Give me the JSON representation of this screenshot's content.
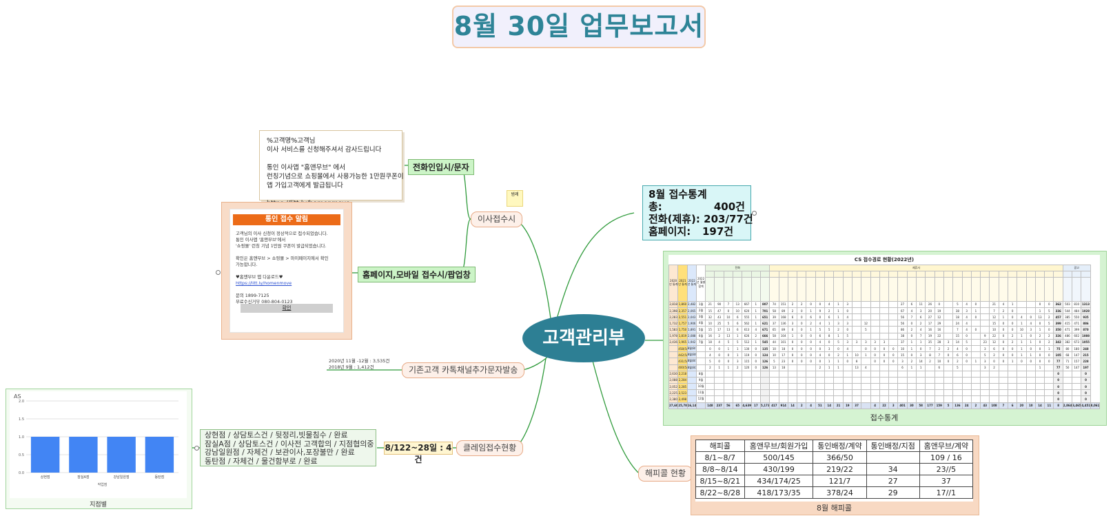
{
  "title": "8월 30일 업무보고서",
  "central": "고객관리부",
  "legend": "범례",
  "topics": {
    "moving": "이사접수시",
    "kakao": "기존고객 카톡채널추가문자발송",
    "complaint": "클레임접수현황",
    "happycall": "해피콜 현황"
  },
  "phone_sub": "전화인입시/문자",
  "phone_msg": [
    "%고객명%고객님",
    "이사 서비스를 신청해주셔서 감사드립니다",
    "",
    "통인 이사앱 \"홈앤무브\" 에서",
    "런칭기념으로 쇼핑몰에서 사용가능한 1만원쿠폰이",
    "앱 가입고객에게 발급됩니다",
    "",
    "https://litt.ly/homenmove"
  ],
  "web_sub": "홈페이지,모바일 접수시/팝업창",
  "popup": {
    "header": "통인 접수 알림",
    "lines": [
      "고객님의 이사 신청이 정상적으로 접수되었습니다.",
      "통인 이사앱 '홈앤무브'에서",
      "'쇼핑몰' 런칭 기념 1만원 쿠폰이 발급되었습니다.",
      "",
      "확인은 홈앤무브 > 쇼핑몰 > 마이페이지에서 확인",
      "가능합니다.",
      "",
      "♥홈앤무브 앱 다운로드♥",
      "https://litt.ly/homenmove",
      "",
      "문의 1899-7125",
      "무료수신거부 080-804-0123"
    ],
    "button": "확인"
  },
  "stats": {
    "r1": "8월 접수통계",
    "r2a": "총:",
    "r2b": "400건",
    "r3a": "전화(제휴):",
    "r3b": "203/77건",
    "r4a": "홈페이지:",
    "r4b": "197건"
  },
  "cs_table": {
    "title": "CS 접수경로 현황(2022년)",
    "caption": "접수통계",
    "sections": [
      "전화",
      "제휴사",
      "광고"
    ],
    "col_head": [
      "2020년 통계",
      "2021년 통계",
      "2022년 통계",
      "2022년 월별합계"
    ],
    "rows": [
      {
        "a": "2,818",
        "b": "1,860",
        "c": "2,482",
        "m": "1월",
        "v": [
          "21",
          "90",
          "7",
          "13",
          "667",
          "1",
          "807",
          "74",
          "151",
          "2",
          "2",
          "0",
          "0",
          "4",
          "1",
          "3",
          "",
          "",
          "",
          "",
          "",
          "27",
          "6",
          "11",
          "26",
          "0",
          "",
          "5",
          "4",
          "0",
          "",
          "21",
          "4",
          "1",
          "",
          "",
          "0",
          "0",
          "362",
          "503",
          "810",
          "1313"
        ]
      },
      {
        "a": "2,398",
        "b": "2,357",
        "c": "2,065",
        "m": "2월",
        "v": [
          "15",
          "47",
          "0",
          "10",
          "620",
          "1",
          "701",
          "58",
          "89",
          "2",
          "0",
          "1",
          "9",
          "2",
          "1",
          "0",
          "",
          "",
          "",
          "",
          "",
          "67",
          "4",
          "3",
          "20",
          "19",
          "",
          "38",
          "3",
          "1",
          "",
          "7",
          "2",
          "0",
          "",
          "",
          "1",
          "5",
          "336",
          "544",
          "484",
          "1028"
        ]
      },
      {
        "a": "2,283",
        "b": "2,551",
        "c": "2,043",
        "m": "3월",
        "v": [
          "32",
          "43",
          "10",
          "6",
          "555",
          "1",
          "651",
          "39",
          "168",
          "6",
          "0",
          "6",
          "0",
          "6",
          "1",
          "4",
          "",
          "",
          "",
          "",
          "",
          "56",
          "7",
          "6",
          "27",
          "12",
          "",
          "18",
          "4",
          "0",
          "",
          "12",
          "1",
          "0",
          "4",
          "0",
          "13",
          "2",
          "457",
          "385",
          "550",
          "935"
        ]
      },
      {
        "a": "1,732",
        "b": "1,757",
        "c": "1,906",
        "m": "4월",
        "v": [
          "10",
          "25",
          "5",
          "6",
          "562",
          "1",
          "621",
          "37",
          "136",
          "3",
          "0",
          "2",
          "4",
          "1",
          "3",
          "3",
          "",
          "12",
          "",
          "",
          "",
          "56",
          "0",
          "2",
          "17",
          "29",
          "",
          "24",
          "4",
          "",
          "",
          "15",
          "0",
          "0",
          "1",
          "4",
          "0",
          "5",
          "399",
          "415",
          "471",
          "886"
        ]
      },
      {
        "a": "1,583",
        "b": "1,750",
        "c": "1,891",
        "m": "5월",
        "v": [
          "15",
          "17",
          "13",
          "6",
          "613",
          "4",
          "671",
          "65",
          "89",
          "0",
          "0",
          "1",
          "5",
          "5",
          "2",
          "0",
          "",
          "5",
          "",
          "",
          "",
          "86",
          "2",
          "4",
          "16",
          "16",
          "",
          "7",
          "4",
          "0",
          "",
          "10",
          "0",
          "0",
          "10",
          "3",
          "1",
          "0",
          "350",
          "471",
          "399",
          "870"
        ]
      },
      {
        "a": "1,978",
        "b": "1,819",
        "c": "2,088",
        "m": "6월",
        "v": [
          "16",
          "2",
          "13",
          "1",
          "626",
          "2",
          "666",
          "58",
          "104",
          "1",
          "0",
          "0",
          "6",
          "8",
          "1",
          "5",
          "",
          "",
          "",
          "",
          "",
          "38",
          "0",
          "7",
          "19",
          "22",
          "",
          "15",
          "0",
          "",
          "9",
          "22",
          "0",
          "2",
          "1",
          "0",
          "2",
          "2",
          "326",
          "486",
          "602",
          "1088"
        ]
      },
      {
        "a": "2,436",
        "b": "1,965",
        "c": "1,942",
        "m": "7월",
        "v": [
          "18",
          "4",
          "5",
          "5",
          "512",
          "1",
          "545",
          "44",
          "101",
          "0",
          "0",
          "0",
          "4",
          "0",
          "5",
          "3",
          "3",
          "3",
          "3",
          "3",
          "",
          "37",
          "1",
          "1",
          "35",
          "28",
          "3",
          "14",
          "5",
          "",
          "23",
          "12",
          "0",
          "2",
          "1",
          "1",
          "0",
          "2",
          "342",
          "382",
          "673",
          "1055"
        ]
      },
      {
        "a": "",
        "b": "458(5/1~8/7)",
        "c": "8월(8/1~8/7)",
        "m": "",
        "v": [
          "0",
          "0",
          "1",
          "1",
          "130",
          "0",
          "135",
          "10",
          "18",
          "0",
          "0",
          "0",
          "0",
          "3",
          "0",
          "4",
          "",
          "0",
          "0",
          "0",
          "0",
          "10",
          "1",
          "0",
          "7",
          "2",
          "2",
          "4",
          "0",
          "",
          "3",
          "6",
          "0",
          "0",
          "1",
          "0",
          "0",
          "1",
          "75",
          "80",
          "180",
          "248"
        ]
      },
      {
        "a": "",
        "b": "442(5/7~8/14)",
        "c": "8월(8/8~8/14)",
        "m": "",
        "v": [
          "4",
          "0",
          "0",
          "1",
          "119",
          "0",
          "124",
          "10",
          "17",
          "0",
          "0",
          "0",
          "4",
          "0",
          "2",
          "1",
          "10",
          "1",
          "0",
          "0",
          "0",
          "15",
          "0",
          "3",
          "8",
          "7",
          "0",
          "6",
          "0",
          "",
          "5",
          "2",
          "0",
          "0",
          "1",
          "1",
          "0",
          "0",
          "105",
          "68",
          "147",
          "215"
        ]
      },
      {
        "a": "",
        "b": "431(5/15~8/21)",
        "c": "8월(8/15~8/21)",
        "m": "",
        "v": [
          "5",
          "0",
          "0",
          "3",
          "115",
          "0",
          "126",
          "5",
          "23",
          "0",
          "0",
          "0",
          "0",
          "1",
          "1",
          "0",
          "8",
          "",
          "0",
          "0",
          "0",
          "3",
          "2",
          "14",
          "2",
          "10",
          "0",
          "2",
          "0",
          "1",
          "3",
          "0",
          "0",
          "1",
          "0",
          "0",
          "0",
          "0",
          "77",
          "71",
          "157",
          "228"
        ]
      },
      {
        "a": "",
        "b": "400(5/22~8/28)",
        "c": "8월(8/22~8/28)",
        "m": "",
        "v": [
          "2",
          "1",
          "1",
          "2",
          "120",
          "0",
          "126",
          "13",
          "18",
          "",
          "",
          "",
          "2",
          "1",
          "1",
          "",
          "13",
          "4",
          "",
          "",
          "",
          "6",
          "1",
          "1",
          "",
          "6",
          "",
          "5",
          "",
          "",
          "3",
          "2",
          "",
          "",
          "",
          "",
          "1",
          "",
          "77",
          "50",
          "147",
          "197"
        ]
      },
      {
        "a": "2,630",
        "b": "2,218",
        "c": "",
        "m": "8월",
        "v": [
          "",
          "",
          "",
          "",
          "",
          "",
          "",
          "",
          "",
          "",
          "",
          "",
          "",
          "",
          "",
          "",
          "",
          "",
          "",
          "",
          "",
          "",
          "",
          "",
          "",
          "",
          "",
          "",
          "",
          "",
          "",
          "",
          "",
          "",
          "",
          "",
          "",
          "",
          "0",
          "",
          "",
          "0"
        ]
      },
      {
        "a": "2,088",
        "b": "2,284",
        "c": "",
        "m": "9월",
        "v": [
          "",
          "",
          "",
          "",
          "",
          "",
          "",
          "",
          "",
          "",
          "",
          "",
          "",
          "",
          "",
          "",
          "",
          "",
          "",
          "",
          "",
          "",
          "",
          "",
          "",
          "",
          "",
          "",
          "",
          "",
          "",
          "",
          "",
          "",
          "",
          "",
          "",
          "",
          "0",
          "",
          "",
          "0"
        ]
      },
      {
        "a": "2,052",
        "b": "2,285",
        "c": "",
        "m": "10월",
        "v": [
          "",
          "",
          "",
          "",
          "",
          "",
          "",
          "",
          "",
          "",
          "",
          "",
          "",
          "",
          "",
          "",
          "",
          "",
          "",
          "",
          "",
          "",
          "",
          "",
          "",
          "",
          "",
          "",
          "",
          "",
          "",
          "",
          "",
          "",
          "",
          "",
          "",
          "",
          "0",
          "",
          "",
          "0"
        ]
      },
      {
        "a": "2,225",
        "b": "2,523",
        "c": "",
        "m": "11월",
        "v": [
          "",
          "",
          "",
          "",
          "",
          "",
          "",
          "",
          "",
          "",
          "",
          "",
          "",
          "",
          "",
          "",
          "",
          "",
          "",
          "",
          "",
          "",
          "",
          "",
          "",
          "",
          "",
          "",
          "",
          "",
          "",
          "",
          "",
          "",
          "",
          "",
          "",
          "",
          "0",
          "",
          "",
          "0"
        ]
      },
      {
        "a": "2,380",
        "b": "2,498",
        "c": "",
        "m": "12월",
        "v": [
          "",
          "",
          "",
          "",
          "",
          "",
          "",
          "",
          "",
          "",
          "",
          "",
          "",
          "",
          "",
          "",
          "",
          "",
          "",
          "",
          "",
          "",
          "",
          "",
          "",
          "",
          "",
          "",
          "",
          "",
          "",
          "",
          "",
          "",
          "",
          "",
          "",
          "",
          "0",
          "",
          "",
          "0"
        ]
      }
    ],
    "total": {
      "a": "27,604",
      "b": "25,787",
      "c": "16,140",
      "m": "",
      "v": [
        "148",
        "237",
        "56",
        "65",
        "4,639",
        "17",
        "5,173",
        "417",
        "914",
        "14",
        "2",
        "4",
        "51",
        "14",
        "21",
        "19",
        "37",
        "",
        "4",
        "22",
        "3",
        "401",
        "30",
        "58",
        "177",
        "159",
        "5",
        "136",
        "24",
        "2",
        "43",
        "108",
        "7",
        "6",
        "20",
        "10",
        "14",
        "11",
        "8",
        "2,864",
        "3,465",
        "4,451",
        "8,061"
      ]
    }
  },
  "happycall": {
    "caption": "8월 해피콜",
    "header": [
      "해피콜",
      "홈앤무브/회원가입",
      "통인배정/계약",
      "통인배정/지점",
      "홈앤무브/계약"
    ],
    "rows": [
      [
        "8/1~8/7",
        "500/145",
        "366/50",
        "",
        "109 / 16"
      ],
      [
        "8/8~8/14",
        "430/199",
        "219/22",
        "34",
        "23//5"
      ],
      [
        "8/15~8/21",
        "434/174/25",
        "121/7",
        "27",
        "37"
      ],
      [
        "8/22~8/28",
        "418/173/35",
        "378/24",
        "29",
        "17//1"
      ]
    ]
  },
  "kakao_notes": [
    "2020년 11월 -12월 : 3,535건",
    "2018년 9월 : 1,412건"
  ],
  "complaint": {
    "date": "8/122~28일 : 4건",
    "lines": [
      "상현점 / 상담토스건 / 뒷정리,빗물침수 / 완료",
      "잠실A점 / 상담토스건 / 이사전 고객합의 / 지점협의중",
      "강남일원점 / 자체건 / 보관이사,포장불만 / 완료",
      "동탄점 / 자체건 / 물건함부로 / 완료"
    ]
  },
  "chart_data": {
    "type": "bar",
    "title": "AS",
    "caption": "지점별",
    "xlabel": "작업점",
    "ylabel": "",
    "categories": [
      "상현점",
      "잠실A점",
      "강남일원점",
      "동탄점"
    ],
    "values": [
      1,
      1,
      1,
      1
    ],
    "ylim": [
      0,
      2
    ],
    "yticks": [
      "0.0",
      "0.5",
      "1.0",
      "1.5",
      "2.0"
    ],
    "bar_color": "#4285f4",
    "grid": true
  }
}
